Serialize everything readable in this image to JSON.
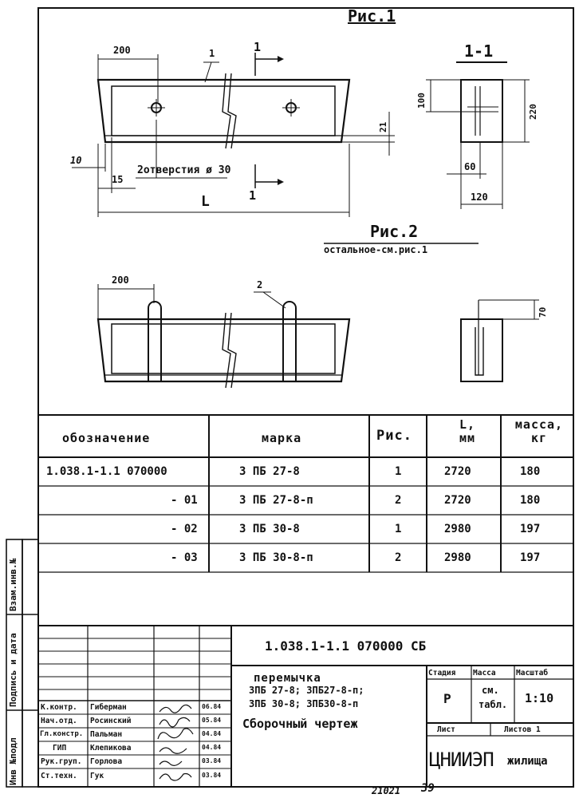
{
  "fig1": {
    "title": "Рис.1",
    "section": "1-1",
    "dims": {
      "d200": "200",
      "ref1": "1",
      "cut1": "1",
      "d10": "10",
      "d15": "15",
      "holes": "2отверстия ø 30",
      "cut1b": "1",
      "L": "L",
      "d21": "21",
      "d100": "100",
      "d220": "220",
      "d60": "60",
      "d120": "120"
    }
  },
  "fig2": {
    "title": "Рис.2",
    "subtitle": "остальное-см.рис.1",
    "dims": {
      "d200": "200",
      "ref2": "2",
      "d70": "70"
    }
  },
  "table": {
    "headers": {
      "designation": "обозначение",
      "mark": "марка",
      "fig": "Рис.",
      "length": "L,\nмм",
      "mass": "масса,\nкг"
    },
    "rows": [
      {
        "designation": "1.038.1-1.1 070000",
        "mark": "3 ПБ 27-8",
        "fig": "1",
        "length": "2720",
        "mass": "180"
      },
      {
        "designation": "- 01",
        "mark": "3 ПБ 27-8-п",
        "fig": "2",
        "length": "2720",
        "mass": "180"
      },
      {
        "designation": "- 02",
        "mark": "3 ПБ 30-8",
        "fig": "1",
        "length": "2980",
        "mass": "197"
      },
      {
        "designation": "- 03",
        "mark": "3 ПБ 30-8-п",
        "fig": "2",
        "length": "2980",
        "mass": "197"
      }
    ]
  },
  "side_stamp": {
    "c1": "Инв №подл",
    "c2": "Подпись и дата",
    "c3": "Взам.инв.№"
  },
  "title_block": {
    "doc_code": "1.038.1-1.1 070000 СБ",
    "name_line1": "перемычка",
    "name_line2": "3ПБ 27-8; 3ПБ27-8-п;",
    "name_line3": "3ПБ 30-8; 3ПБ30-8-п",
    "name_line4": "Сборочный чертеж",
    "stage_h": "Стадия",
    "mass_h": "Масса",
    "scale_h": "Масштаб",
    "stage": "Р",
    "mass1": "см.",
    "mass2": "табл.",
    "scale": "1:10",
    "sheet": "Лист",
    "sheets": "Листов 1",
    "org_main": "ЦНИИЭП",
    "org_sub": "жилища",
    "staff": [
      {
        "role": "К.контр.",
        "name": "Гиберман",
        "date": "06.84"
      },
      {
        "role": "Нач.отд.",
        "name": "Росинский",
        "date": "05.84"
      },
      {
        "role": "Гл.констр.",
        "name": "Пальман",
        "date": "04.84"
      },
      {
        "role": "ГИП",
        "name": "Клепикова",
        "date": "04.84"
      },
      {
        "role": "Рук.груп.",
        "name": "Горлова",
        "date": "03.84"
      },
      {
        "role": "Ст.техн.",
        "name": "Гук",
        "date": "03.84"
      }
    ]
  },
  "footer": {
    "number": "21021",
    "page": "39"
  }
}
